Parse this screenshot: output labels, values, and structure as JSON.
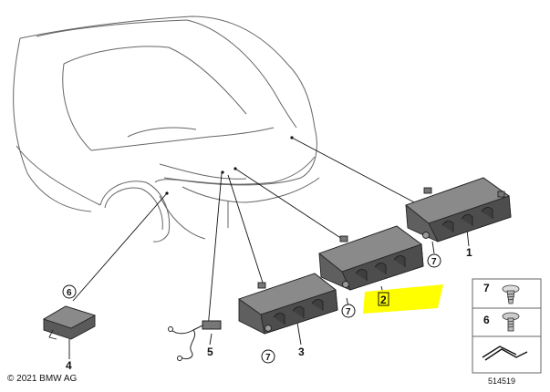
{
  "parts": [
    {
      "ref": "1",
      "name": "part-1"
    },
    {
      "ref": "2",
      "name": "part-2"
    },
    {
      "ref": "3",
      "name": "part-3"
    },
    {
      "ref": "4",
      "name": "part-4"
    },
    {
      "ref": "5",
      "name": "part-5"
    }
  ],
  "circle_refs": {
    "six": "6",
    "seven": "7"
  },
  "highlight_color": "#ffff00",
  "legend": {
    "item_a": "7",
    "item_b": "6"
  },
  "copyright": "© 2021 BMW AG",
  "diagram_id": "514519"
}
